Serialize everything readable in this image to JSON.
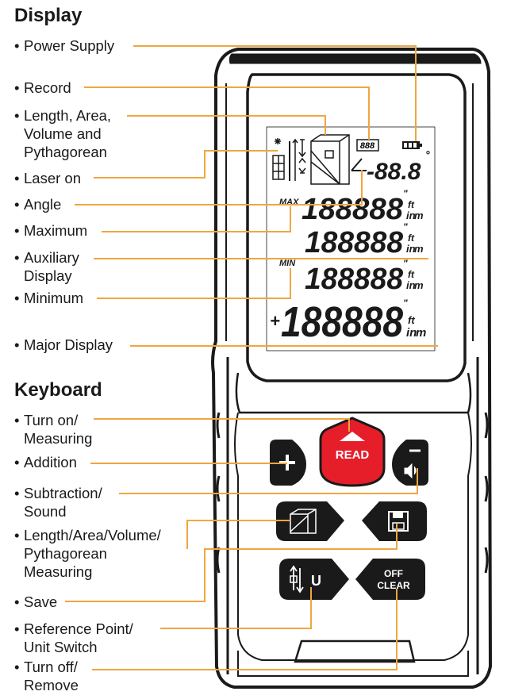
{
  "sections": {
    "display": "Display",
    "keyboard": "Keyboard"
  },
  "display_labels": [
    {
      "id": "power-supply",
      "text": "Power Supply"
    },
    {
      "id": "record",
      "text": "Record"
    },
    {
      "id": "length-area",
      "text": "Length, Area,\nVolume and\nPythagorean"
    },
    {
      "id": "laser-on",
      "text": "Laser on"
    },
    {
      "id": "angle",
      "text": "Angle"
    },
    {
      "id": "maximum",
      "text": "Maximum"
    },
    {
      "id": "auxiliary",
      "text": "Auxiliary\nDisplay"
    },
    {
      "id": "minimum",
      "text": "Minimum"
    },
    {
      "id": "major-display",
      "text": "Major Display"
    }
  ],
  "keyboard_labels": [
    {
      "id": "turn-on",
      "text": "Turn on/\nMeasuring"
    },
    {
      "id": "addition",
      "text": "Addition"
    },
    {
      "id": "subtraction",
      "text": "Subtraction/\nSound"
    },
    {
      "id": "length-measuring",
      "text": "Length/Area/Volume/\nPythagorean\nMeasuring"
    },
    {
      "id": "save",
      "text": "Save"
    },
    {
      "id": "reference",
      "text": "Reference Point/\nUnit Switch"
    },
    {
      "id": "turn-off",
      "text": "Turn off/\nRemove"
    }
  ],
  "lcd": {
    "max": "MAX",
    "min": "MIN",
    "digits": "188888",
    "angle": "-88.8",
    "degree": "°",
    "record": "888",
    "unit_ft": "ft",
    "unit_in": "in",
    "unit_m": "m",
    "plus": "+",
    "quote": "\""
  },
  "keys": {
    "read": "READ",
    "off": "OFF",
    "clear": "CLEAR",
    "unit": "U"
  },
  "colors": {
    "leader": "#f0a640",
    "read_button": "#e51e2a",
    "body": "#1a1a1a",
    "lcd": "#ffffff"
  }
}
